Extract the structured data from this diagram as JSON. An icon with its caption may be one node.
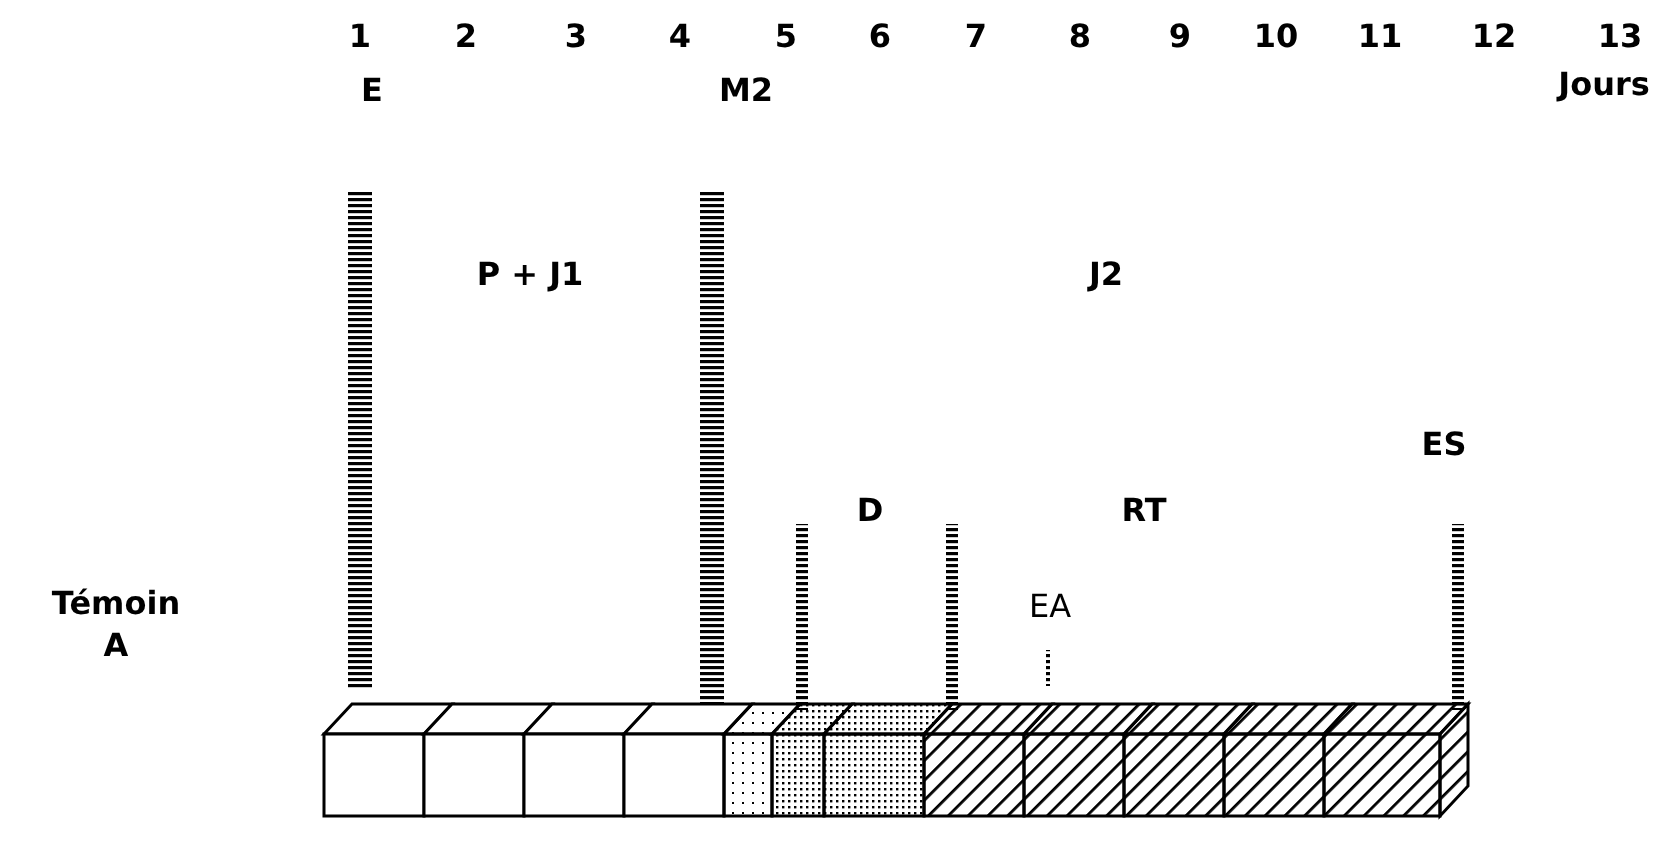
{
  "diagram": {
    "labels": [
      "1",
      "2",
      "3",
      "4",
      "5",
      "6",
      "7",
      "8",
      "9",
      "10",
      "11",
      "12",
      "13",
      "E",
      "M2",
      "Jours",
      "P + J1",
      "J2",
      "ES",
      "D",
      "RT",
      "Témoin A",
      "EA"
    ]
  }
}
